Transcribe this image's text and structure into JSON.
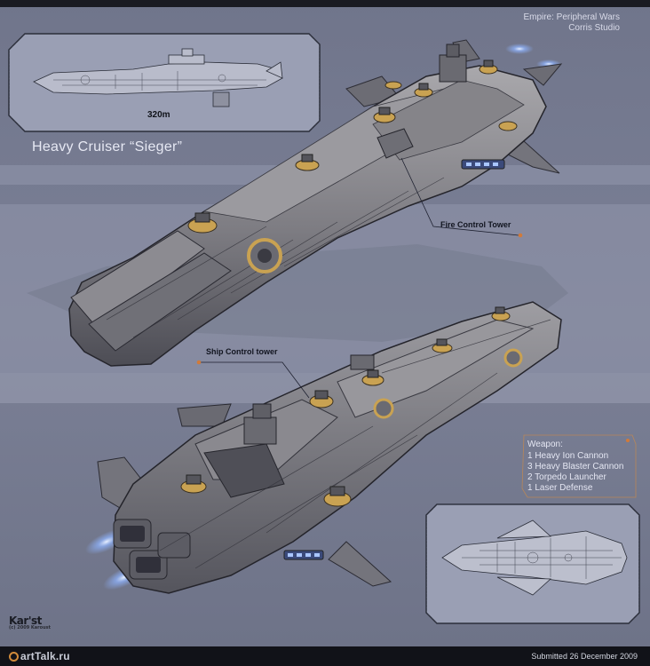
{
  "header": {
    "line1": "Empire: Peripheral Wars",
    "line2": "Corris Studio"
  },
  "blueprint_top": {
    "length_label": "320m"
  },
  "ship_title": "Heavy Cruiser “Sieger”",
  "callouts": {
    "fire_control": "Fire Control Tower",
    "ship_control": "Ship Control tower"
  },
  "weapons": {
    "title": "Weapon:",
    "items": [
      "1 Heavy Ion Cannon",
      "3 Heavy Blaster Cannon",
      "2 Torpedo Launcher",
      "1 Laser Defense"
    ]
  },
  "artist_logo": {
    "name": "Kar'st",
    "year": "(c) 2009 Karoust"
  },
  "footer": {
    "site": "artTalk.ru",
    "submitted": "Submitted 26 December 2009"
  },
  "colors": {
    "background": "#7a7f95",
    "band": "#9196ab",
    "hull": "#7e7e84",
    "hull_dark": "#4a4b52",
    "hull_light": "#a7a6aa",
    "accent_gold": "#c9a252",
    "engine_glow": "#8fb4ff",
    "footer": "#111218"
  }
}
